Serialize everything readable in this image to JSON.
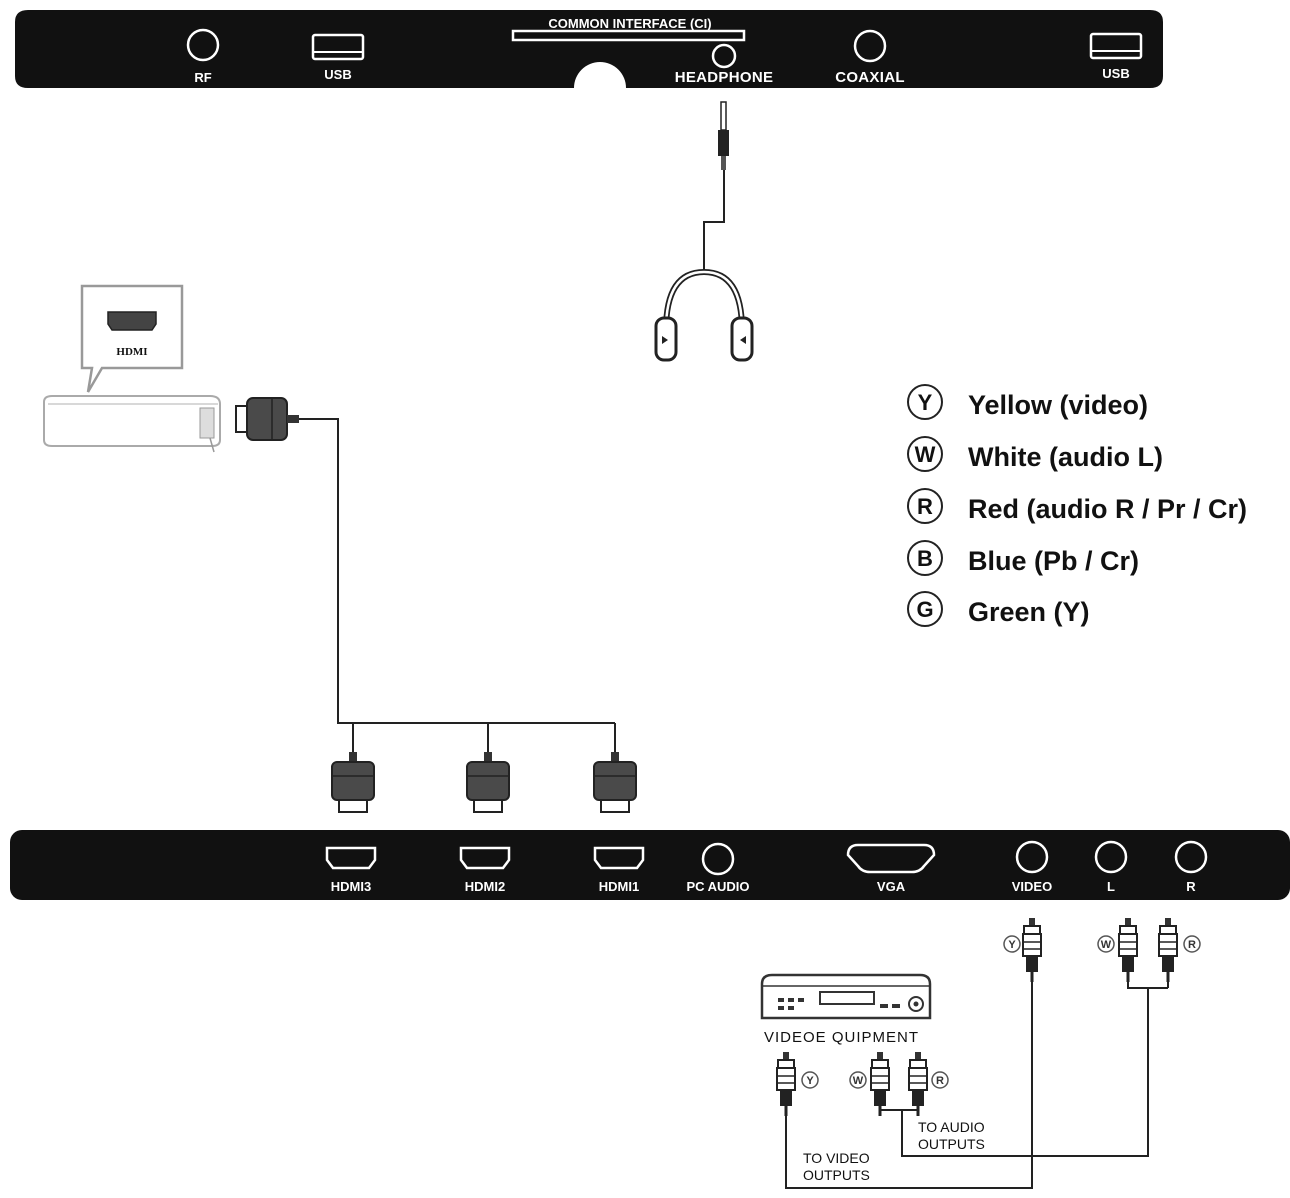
{
  "top_panel": {
    "ci_label": "COMMON INTERFACE (CI)",
    "rf_label": "RF",
    "usb_left_label": "USB",
    "headphone_label": "HEADPHONE",
    "coaxial_label": "COAXIAL",
    "usb_right_label": "USB"
  },
  "bottom_panel": {
    "hdmi3_label": "HDMI3",
    "hdmi2_label": "HDMI2",
    "hdmi1_label": "HDMI1",
    "pc_audio_label": "PC AUDIO",
    "vga_label": "VGA",
    "video_label": "VIDEO",
    "l_label": "L",
    "r_label": "R"
  },
  "hdmi_device": {
    "callout_label": "HDMI"
  },
  "legend": [
    {
      "letter": "Y",
      "text": "Yellow (video)"
    },
    {
      "letter": "W",
      "text": "White (audio L)"
    },
    {
      "letter": "R",
      "text": "Red (audio R / Pr / Cr)"
    },
    {
      "letter": "B",
      "text": "Blue (Pb / Cr)"
    },
    {
      "letter": "G",
      "text": "Green (Y)"
    }
  ],
  "av": {
    "equipment_label": "VIDEOE QUIPMENT",
    "to_audio_line1": "TO AUDIO",
    "to_audio_line2": "OUTPUTS",
    "to_video_line1": "TO VIDEO",
    "to_video_line2": "OUTPUTS",
    "plug_y": "Y",
    "plug_w": "W",
    "plug_r": "R"
  },
  "colors": {
    "panel": "#111111",
    "line": "#222222",
    "background": "#ffffff"
  }
}
